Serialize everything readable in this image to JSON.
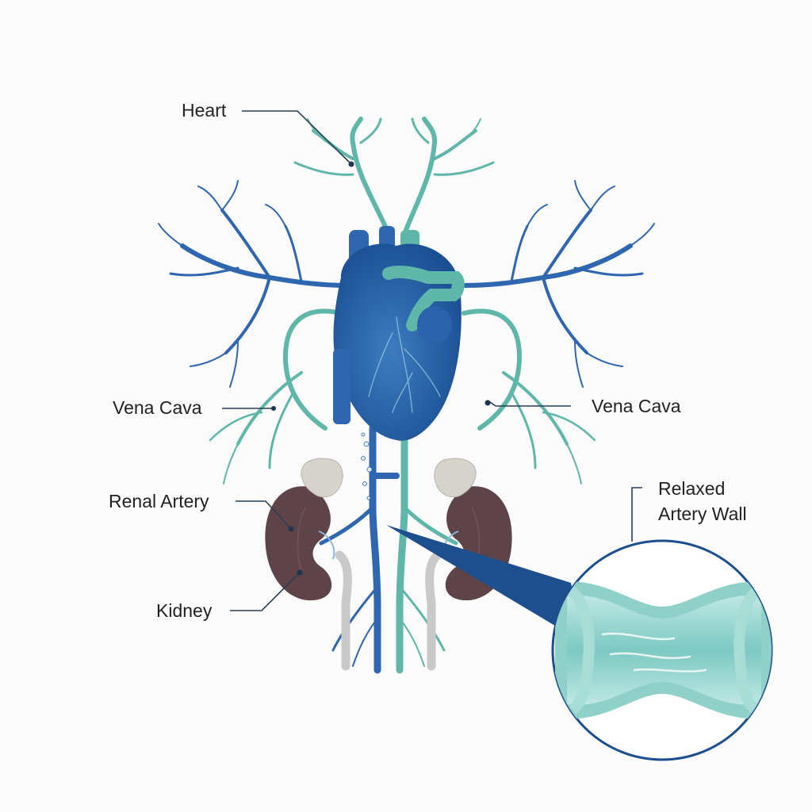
{
  "labels": {
    "heart": "Heart",
    "vena_cava_left": "Vena Cava",
    "vena_cava_right": "Vena Cava",
    "renal_artery": "Renal Artery",
    "kidney": "Kidney",
    "relaxed_line1": "Relaxed",
    "relaxed_line2": "Artery Wall"
  },
  "colors": {
    "vein_blue": "#2f66b0",
    "artery_teal": "#5fb7a9",
    "heart_dark": "#1f5aa0",
    "kidney": "#5e4348",
    "adrenal": "#d6d2cc",
    "callout_navy": "#1d4f8f"
  }
}
